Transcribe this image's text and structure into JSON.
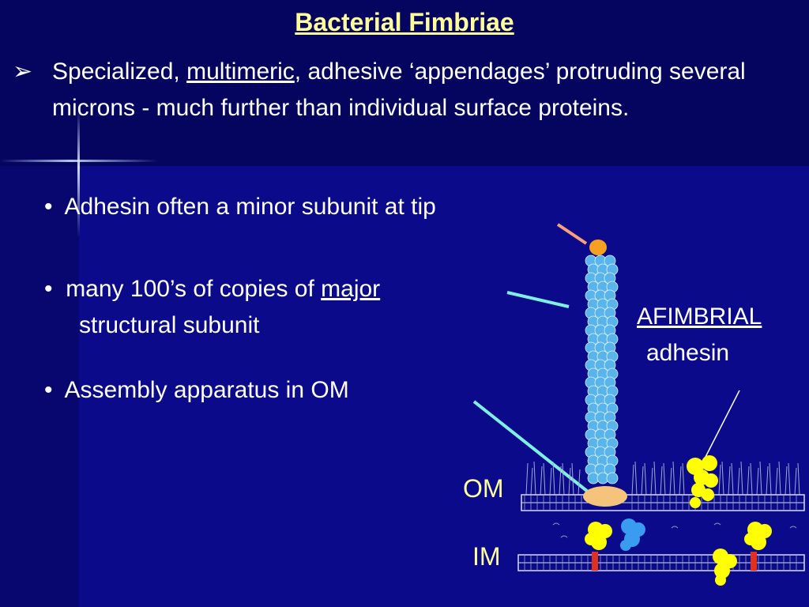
{
  "title": "Bacterial Fimbriae",
  "intro": {
    "bullet": "➢",
    "part1": "Specialized, ",
    "part2": "multimeric",
    "part3": ", adhesive ‘appendages’ protruding several microns - much further than individual surface proteins."
  },
  "points": [
    {
      "bullet": "•",
      "text": "Adhesin often a minor subunit at tip"
    },
    {
      "bullet": "•",
      "text_before": "many 100’s of copies of ",
      "text_u": "major",
      "text_after": "structural subunit"
    },
    {
      "bullet": "•",
      "text": "Assembly apparatus in OM"
    }
  ],
  "diagram": {
    "afimbrial_label": "AFIMBRIAL",
    "adhesin_label": "adhesin",
    "om_label": "OM",
    "im_label": "IM",
    "colors": {
      "subunit": "#5ab4ec",
      "tip": "#f5a020",
      "assembly": "#f5c47a",
      "adhesin_yellow": "#ffff00",
      "protein_blue": "#3a9cf0",
      "anchor_red": "#e03020",
      "pointer_orange": "#f7a07a",
      "pointer_cyan": "#7ff0e0"
    }
  }
}
